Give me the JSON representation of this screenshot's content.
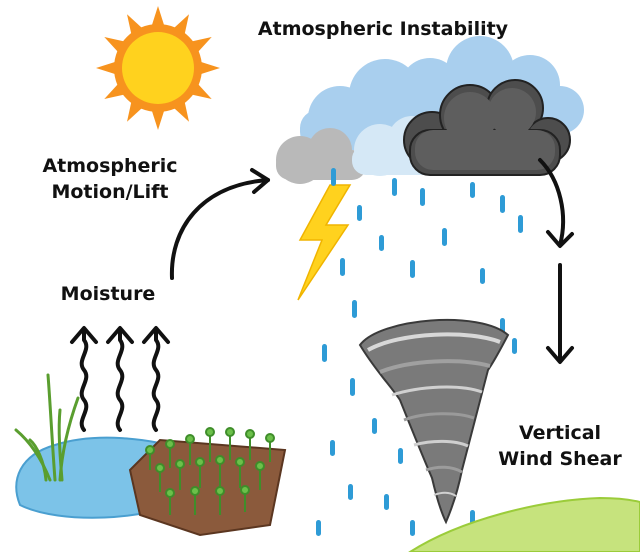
{
  "labels": {
    "title": "Atmospheric Instability",
    "lift_line1": "Atmospheric",
    "lift_line2": "Motion/Lift",
    "moisture": "Moisture",
    "shear_line1": "Vertical",
    "shear_line2": "Wind Shear"
  },
  "colors": {
    "sun_core": "#ffd21e",
    "sun_rays": "#f7931e",
    "cloud_light": "#a9cfee",
    "cloud_gray": "#b9b9b9",
    "cloud_dark": "#4d4d4d",
    "rain": "#2e9bd6",
    "lightning": "#ffd21e",
    "water": "#7cc3e8",
    "soil": "#8b5a3c",
    "grass": "#9bcc3a",
    "tornado": "#7a7a7a"
  },
  "icons": [
    "sun-icon",
    "cloud-icon",
    "storm-cloud-icon",
    "lightning-icon",
    "rain-icon",
    "tornado-icon",
    "pond-icon",
    "crop-field-icon",
    "reed-icon",
    "wavy-arrow-icon",
    "curved-arrow-icon",
    "down-arrow-icon",
    "hill-icon"
  ]
}
